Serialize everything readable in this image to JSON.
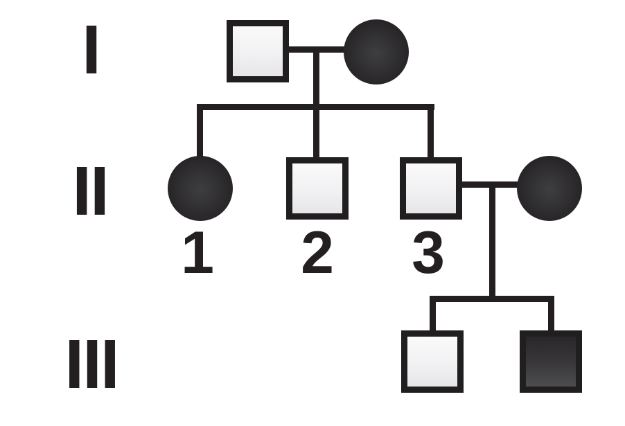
{
  "diagram": {
    "type": "pedigree-chart",
    "background_color": "#ffffff",
    "ink_color": "#231f20",
    "unaffected_fill_top": "#fafafa",
    "unaffected_fill_bottom": "#e6e6e9",
    "affected_circle_fill": "#2c2a2c",
    "affected_square_fill_top": "#29272a",
    "affected_square_fill_bottom": "#4d4c4f",
    "generation_labels": [
      {
        "label": "I"
      },
      {
        "label": "II"
      },
      {
        "label": "III"
      }
    ],
    "individuals": [
      {
        "id": "I-1",
        "generation": "I",
        "sex": "male",
        "affected": false
      },
      {
        "id": "I-2",
        "generation": "I",
        "sex": "female",
        "affected": true
      },
      {
        "id": "II-1",
        "generation": "II",
        "sex": "female",
        "affected": true,
        "number": "1"
      },
      {
        "id": "II-2",
        "generation": "II",
        "sex": "male",
        "affected": false,
        "number": "2"
      },
      {
        "id": "II-3",
        "generation": "II",
        "sex": "male",
        "affected": false,
        "number": "3"
      },
      {
        "id": "II-4",
        "generation": "II",
        "sex": "female",
        "affected": true
      },
      {
        "id": "III-1",
        "generation": "III",
        "sex": "male",
        "affected": false
      },
      {
        "id": "III-2",
        "generation": "III",
        "sex": "male",
        "affected": true
      }
    ]
  }
}
